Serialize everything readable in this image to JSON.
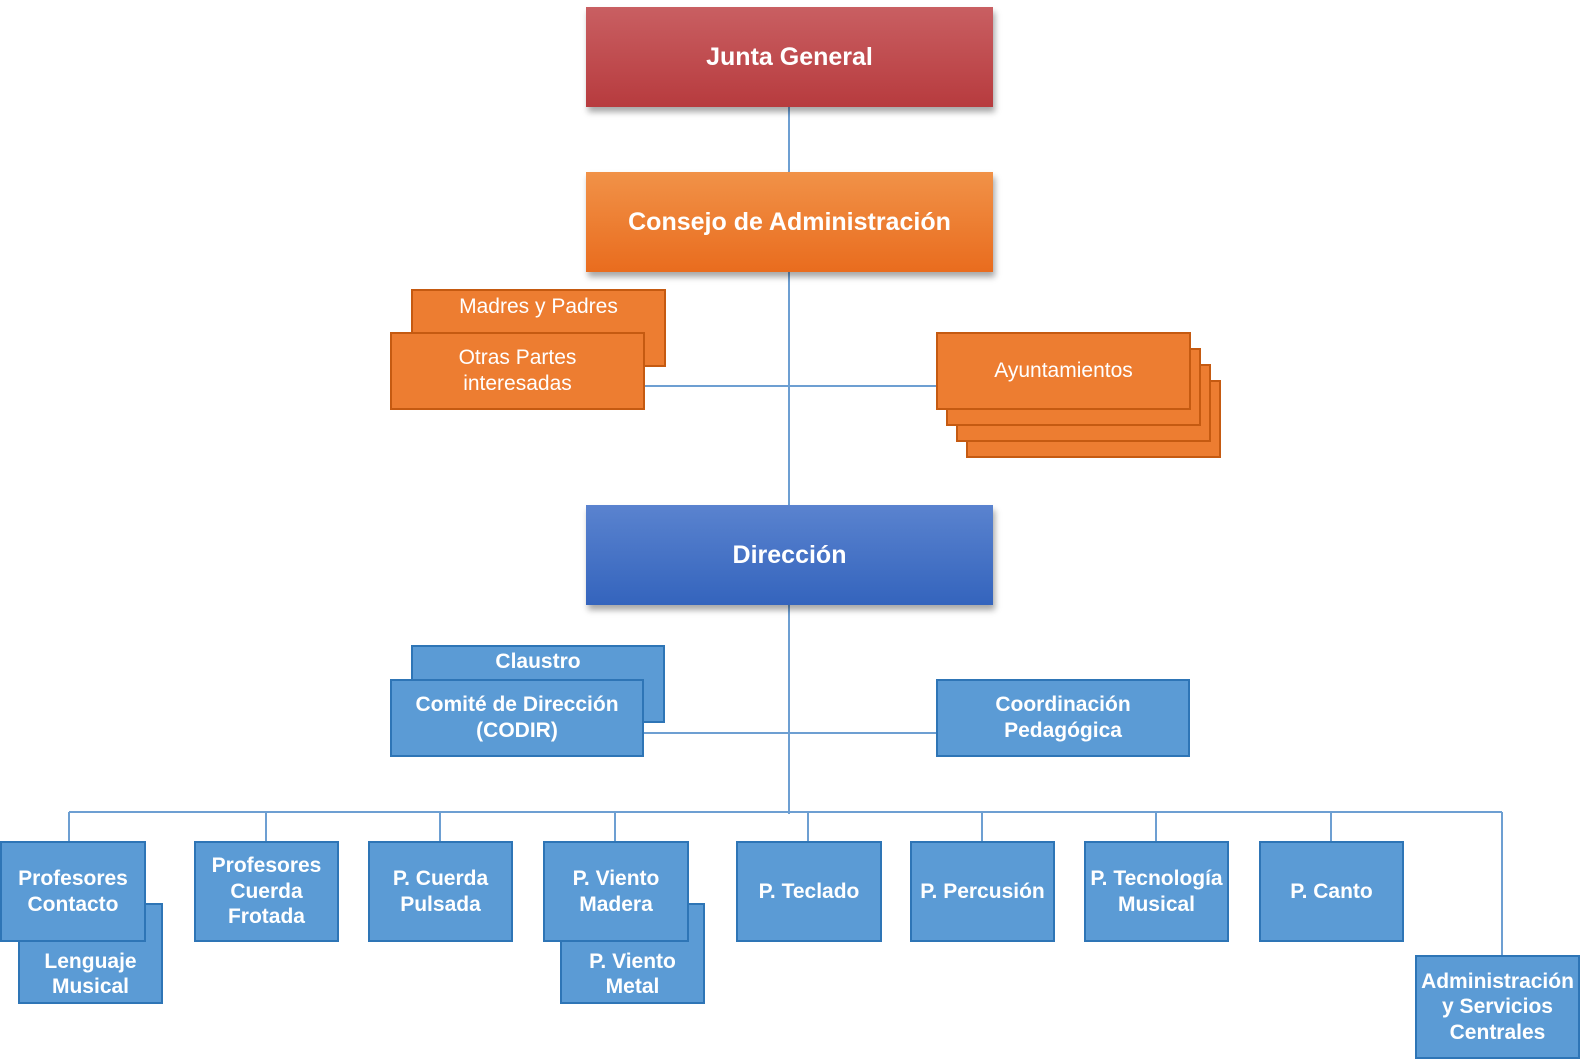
{
  "junta": "Junta General",
  "consejo": "Consejo de Administración",
  "madres": "Madres y Padres",
  "otras": [
    "Otras Partes",
    "interesadas"
  ],
  "ayuntamientos": "Ayuntamientos",
  "direccion": "Dirección",
  "claustro": "Claustro",
  "codir": [
    "Comité de Dirección",
    "(CODIR)"
  ],
  "coordinacion": [
    "Coordinación",
    "Pedagógica"
  ],
  "departments": {
    "contacto": [
      "Profesores",
      "Contacto"
    ],
    "lenguaje": [
      "Lenguaje",
      "Musical"
    ],
    "cuerda_frotada": [
      "Profesores",
      "Cuerda",
      "Frotada"
    ],
    "cuerda_pulsada": [
      "P. Cuerda",
      "Pulsada"
    ],
    "viento_madera": [
      "P. Viento",
      "Madera"
    ],
    "viento_metal": [
      "P. Viento",
      "Metal"
    ],
    "teclado": "P. Teclado",
    "percusion": "P. Percusión",
    "tecnologia": [
      "P. Tecnología",
      "Musical"
    ],
    "canto": "P. Canto",
    "administracion": [
      "Administración",
      "y Servicios",
      "Centrales"
    ]
  },
  "colors": {
    "red": "#b73b3e",
    "orange": "#ed7d31",
    "blue_dark": "#3464bd",
    "blue": "#5b9bd5",
    "connector": "#6d9fd2"
  }
}
